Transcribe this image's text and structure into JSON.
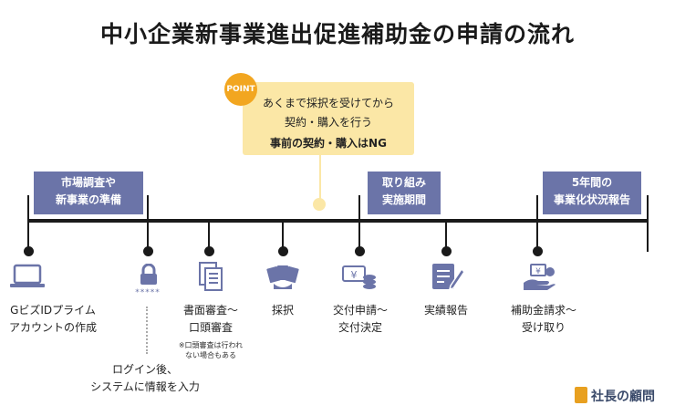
{
  "title": "中小企業新事業進出促進補助金の申請の流れ",
  "point": {
    "badge": "POINT",
    "line1": "あくまで採択を受けてから",
    "line2": "契約・購入を行う",
    "line3": "事前の契約・購入はNG"
  },
  "phases": [
    {
      "line1": "市場調査や",
      "line2": "新事業の準備"
    },
    {
      "line1": "取り組み",
      "line2": "実施期間"
    },
    {
      "line1": "5年間の",
      "line2": "事業化状況報告"
    }
  ],
  "steps": [
    {
      "line1": "GビズIDプライム",
      "line2": "アカウントの作成",
      "icon": "laptop-icon"
    },
    {
      "line1": "ログイン後、",
      "line2": "システムに情報を入力",
      "icon": "lock-icon",
      "password_mask": "*****"
    },
    {
      "line1": "書面審査～",
      "line2": "口頭審査",
      "icon": "documents-icon",
      "note1": "※口頭審査は行われ",
      "note2": "ない場合もある"
    },
    {
      "line1": "採択",
      "line2": "",
      "icon": "selection-cards-icon"
    },
    {
      "line1": "交付申請～",
      "line2": "交付決定",
      "icon": "money-coins-icon"
    },
    {
      "line1": "実績報告",
      "line2": "",
      "icon": "report-pen-icon"
    },
    {
      "line1": "補助金請求～",
      "line2": "受け取り",
      "icon": "hand-money-icon"
    }
  ],
  "brand": {
    "name": "社長の顧問"
  },
  "colors": {
    "phase": "#6b74a8",
    "point_bg": "#fbe7a6",
    "badge": "#f2a620",
    "icon": "#6b74a8"
  }
}
